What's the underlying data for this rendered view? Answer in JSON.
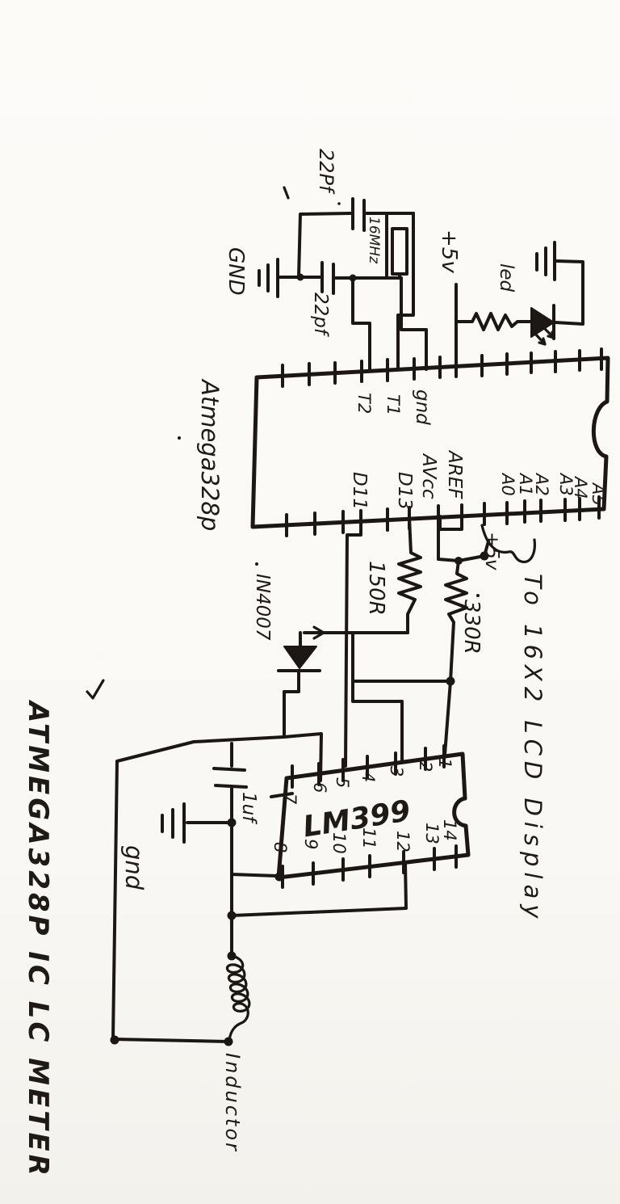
{
  "title": "ATMEGA328P IC LC METER",
  "atmega": {
    "name": "Atmega328p",
    "pin_gnd": "gnd",
    "pin_t1": "T1",
    "pin_t2": "T2",
    "pin_aref": "AREF",
    "pin_avcc": "AVcc",
    "pin_d13": "D13",
    "pin_d11": "D11",
    "pin_a0": "A0",
    "pin_a1": "A1",
    "pin_a2": "A2",
    "pin_a3": "A3",
    "pin_a4": "A4",
    "pin_a5": "A5"
  },
  "crystal_circuit": {
    "cap_top": "22Pf",
    "cap_bottom": "22pf",
    "crystal": "16MHz",
    "ground": "GND"
  },
  "led_circuit": {
    "supply": "+5v",
    "led": "led"
  },
  "power": {
    "supply_mid": "+5v"
  },
  "resistors": {
    "r330": "330R",
    "r150": "150R"
  },
  "diode": {
    "name": "IN4007"
  },
  "lcd_note": "To 16X2 LCD Display",
  "lm399": {
    "name": "LM399",
    "pins": [
      "1",
      "2",
      "3",
      "4",
      "5",
      "6",
      "7",
      "8",
      "9",
      "10",
      "11",
      "12",
      "13",
      "14"
    ]
  },
  "lc_tank": {
    "cap": "1uf",
    "ground": "gnd",
    "inductor": "Inductor"
  },
  "colors": {
    "ink": "#1c1713",
    "paper": "#fbfaf7"
  }
}
